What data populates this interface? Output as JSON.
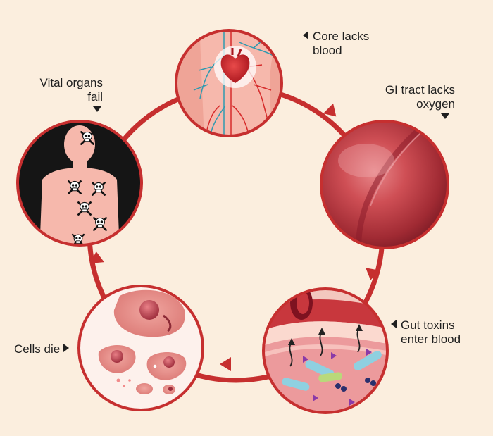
{
  "steps": {
    "core": {
      "line1": "Core lacks",
      "line2": "blood"
    },
    "gi": {
      "line1": "GI tract lacks",
      "line2": "oxygen"
    },
    "gut": {
      "line1": "Gut toxins",
      "line2": "enter blood"
    },
    "cells": {
      "line1": "Cells die"
    },
    "organs": {
      "line1": "Vital organs",
      "line2": "fail"
    }
  },
  "colors": {
    "background": "#fbeede",
    "cycle_ring": "#c62f2f",
    "circle_border": "#c62f2f",
    "label_text": "#1f1f1f"
  }
}
